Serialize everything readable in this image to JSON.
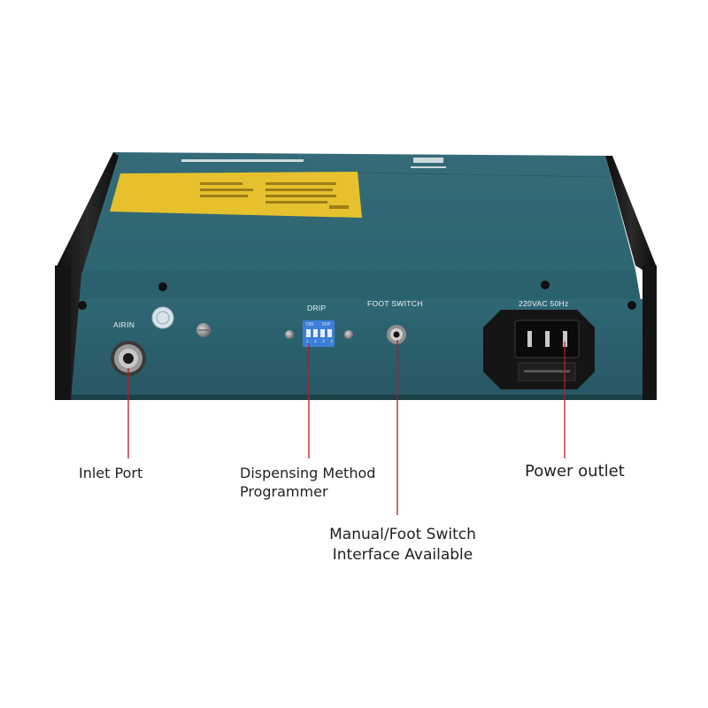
{
  "device_panel": {
    "air_in": "AIRIN",
    "drip": "DRIP",
    "dip_on": "ON",
    "dip_mode": "DIP",
    "dip_numbers": [
      "1",
      "2",
      "3",
      "4"
    ],
    "foot_switch": "FOOT SWITCH",
    "power_rating": "220VAC 50Hz"
  },
  "callouts": {
    "inlet": "Inlet Port",
    "dispensing_line1": "Dispensing Method",
    "dispensing_line2": "Programmer",
    "manual_line1": "Manual/Foot Switch",
    "manual_line2": "Interface Available",
    "power": "Power outlet"
  },
  "colors": {
    "panel": "#2c6270",
    "panel_dark": "#1f4a55",
    "panel_top": "#3b7280",
    "warning_label": "#e8c22c",
    "callout_line": "#b01e23",
    "dip_switch": "#3d7fd6",
    "end_cap": "#161616"
  }
}
